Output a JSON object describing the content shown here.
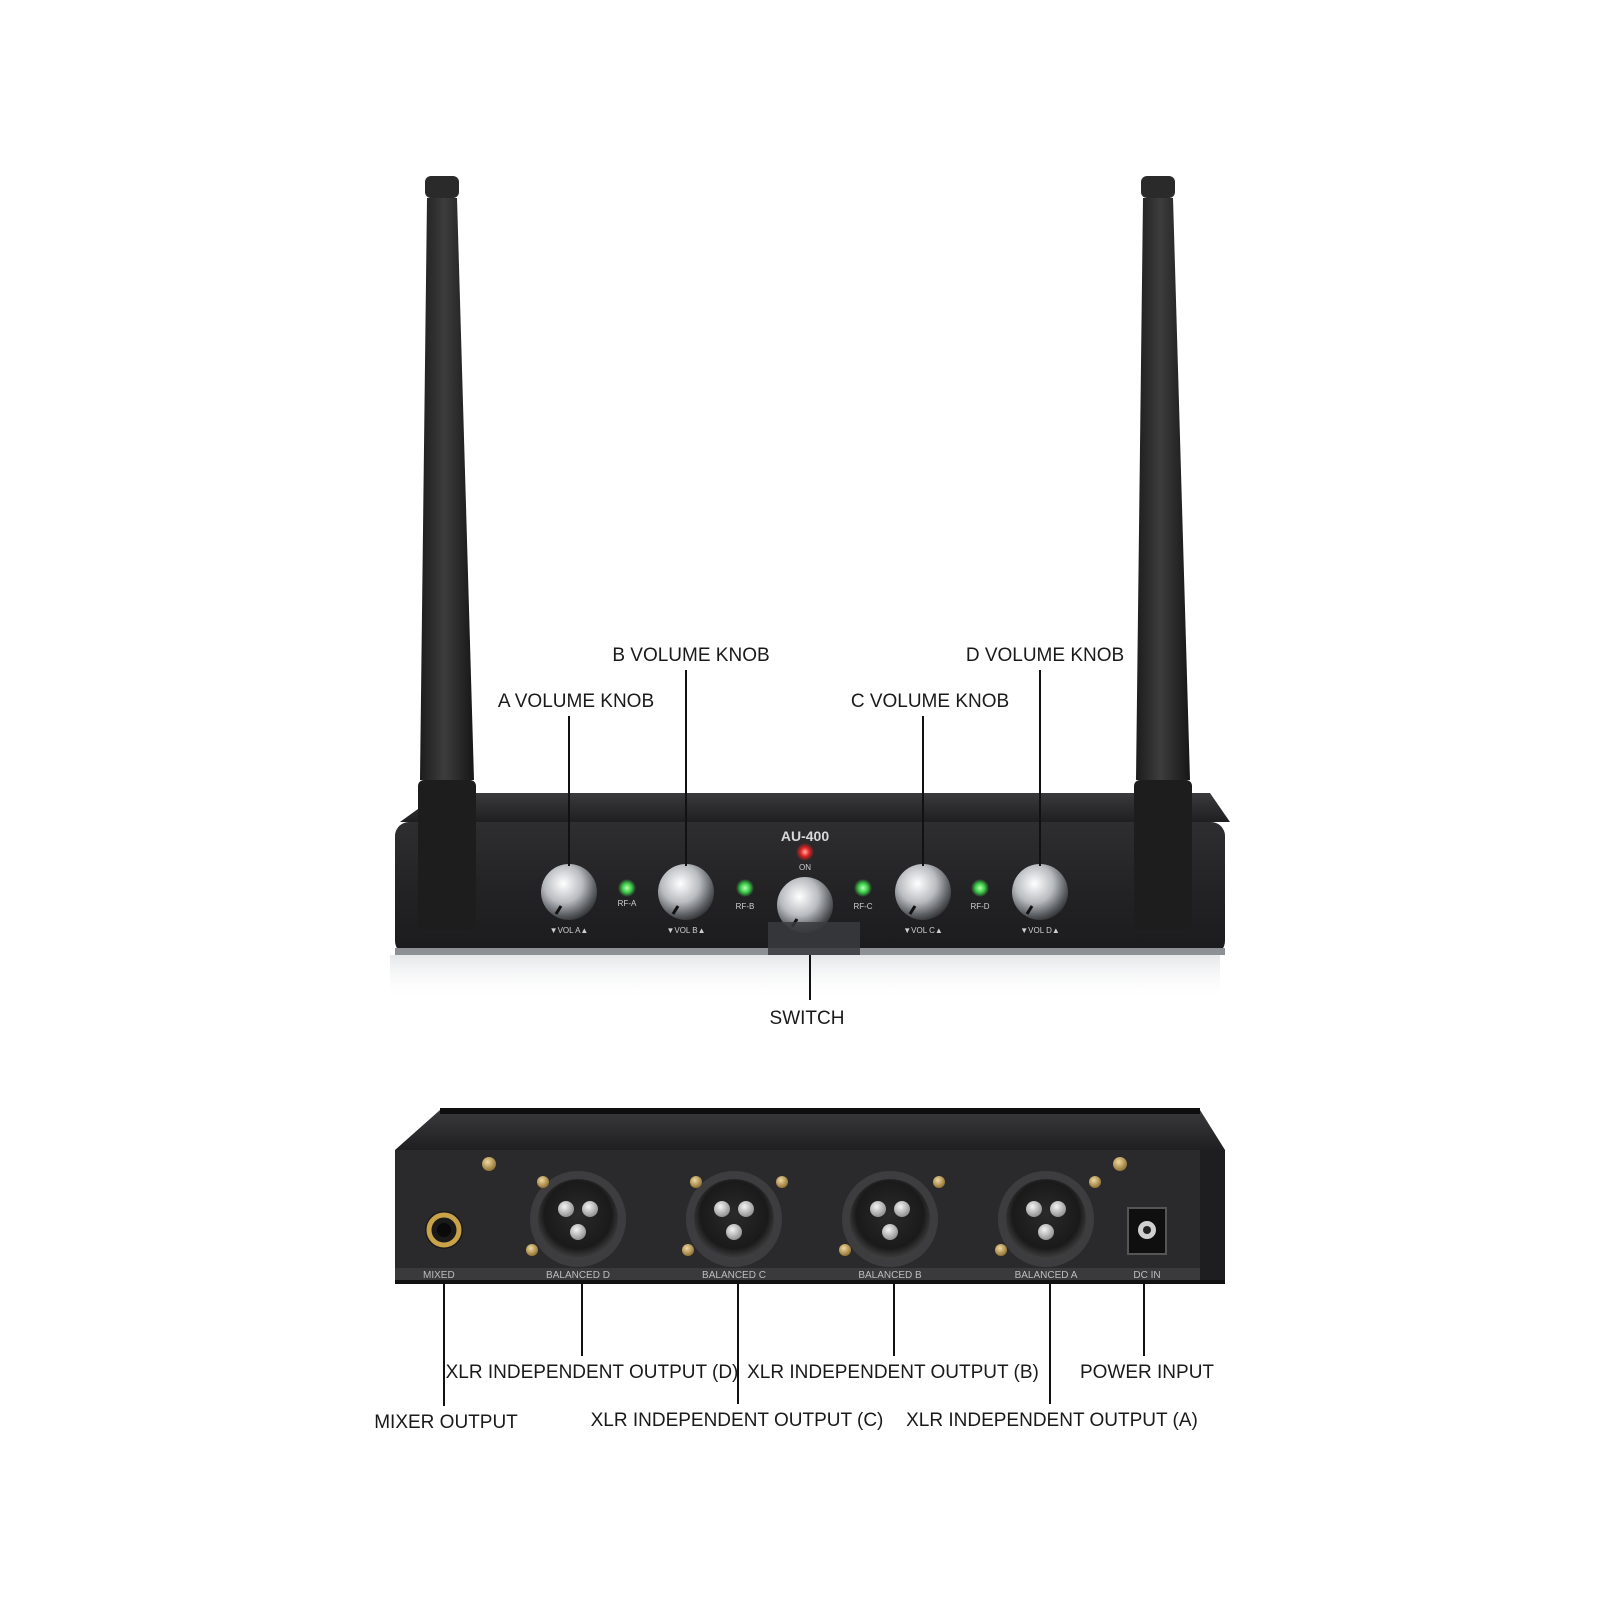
{
  "front_unit": {
    "model": "AU-400",
    "power_indicator_label": "ON",
    "rf_labels": [
      "RF-A",
      "RF-B",
      "RF-C",
      "RF-D"
    ],
    "vol_labels": [
      "VOL A",
      "VOL B",
      "VOL C",
      "VOL D"
    ],
    "callouts": {
      "a_volume": "A VOLUME KNOB",
      "b_volume": "B VOLUME KNOB",
      "c_volume": "C VOLUME KNOB",
      "d_volume": "D VOLUME KNOB",
      "switch": "SWITCH"
    }
  },
  "rear_unit": {
    "port_labels": [
      "MIXED",
      "BALANCED D",
      "BALANCED C",
      "BALANCED B",
      "BALANCED A",
      "DC IN"
    ],
    "callouts": {
      "mixer_output": "MIXER OUTPUT",
      "xlr_d": "XLR INDEPENDENT OUTPUT (D)",
      "xlr_c": "XLR INDEPENDENT OUTPUT (C)",
      "xlr_b": "XLR INDEPENDENT OUTPUT (B)",
      "xlr_a": "XLR INDEPENDENT OUTPUT (A)",
      "power_input": "POWER INPUT"
    }
  },
  "colors": {
    "rf_led": "#3ecf4a",
    "power_led": "#e02020",
    "connector_gold": "#c9a24a",
    "body_dark": "#2a2a2c"
  }
}
